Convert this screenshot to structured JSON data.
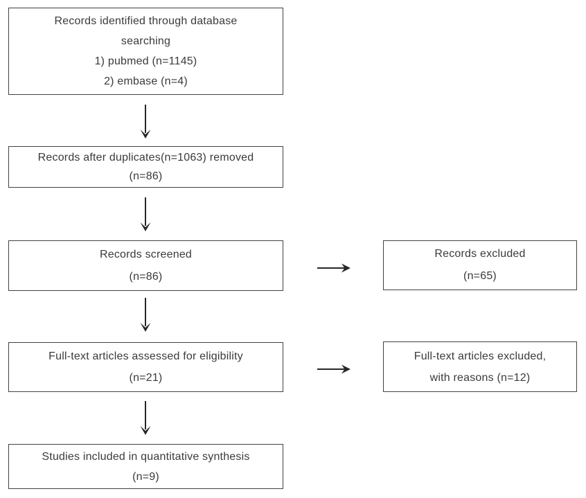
{
  "page": {
    "colors": {
      "bg": "#ffffff",
      "border_color": "#414141",
      "text_color": "#3a3a3a",
      "arrow_color": "#262626"
    }
  },
  "flow": {
    "type": "prisma-flow-diagram",
    "boxes": {
      "identification": {
        "lines": [
          "Records identified through database",
          "searching",
          "1) pubmed (n=1145)",
          "2) embase (n=4)"
        ]
      },
      "duplicates": {
        "lines": [
          "Records after duplicates(n=1063) removed",
          "(n=86)"
        ]
      },
      "screened": {
        "lines": [
          "Records screened",
          "(n=86)"
        ]
      },
      "excluded": {
        "lines": [
          "Records excluded",
          "(n=65)"
        ]
      },
      "fulltext": {
        "lines": [
          "Full-text articles assessed for eligibility",
          "(n=21)"
        ]
      },
      "fulltext_excluded": {
        "lines": [
          "Full-text articles excluded,",
          "with reasons (n=12)"
        ]
      },
      "included": {
        "lines": [
          "Studies included in quantitative synthesis",
          "(n=9)"
        ]
      }
    },
    "edges": [
      {
        "from": "identification",
        "to": "duplicates",
        "direction": "down"
      },
      {
        "from": "duplicates",
        "to": "screened",
        "direction": "down"
      },
      {
        "from": "screened",
        "to": "excluded",
        "direction": "right"
      },
      {
        "from": "screened",
        "to": "fulltext",
        "direction": "down"
      },
      {
        "from": "fulltext",
        "to": "fulltext_excluded",
        "direction": "right"
      },
      {
        "from": "fulltext",
        "to": "included",
        "direction": "down"
      }
    ]
  }
}
